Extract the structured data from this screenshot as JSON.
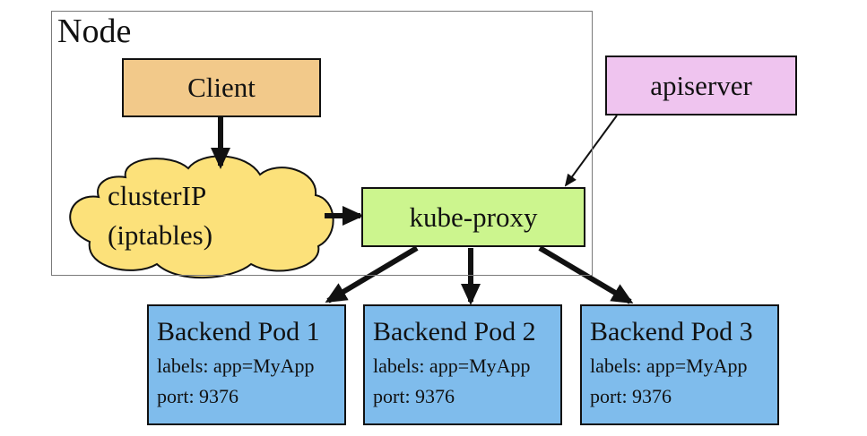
{
  "node": {
    "title": "Node"
  },
  "client": {
    "label": "Client"
  },
  "cluster_ip": {
    "line1": "clusterIP",
    "line2": "(iptables)"
  },
  "kube_proxy": {
    "label": "kube-proxy"
  },
  "apiserver": {
    "label": "apiserver"
  },
  "pods": [
    {
      "name": "Backend Pod 1",
      "labels": "labels: app=MyApp",
      "port": "port: 9376"
    },
    {
      "name": "Backend Pod 2",
      "labels": "labels: app=MyApp",
      "port": "port: 9376"
    },
    {
      "name": "Backend Pod 3",
      "labels": "labels: app=MyApp",
      "port": "port: 9376"
    }
  ],
  "colors": {
    "client": "#f2c98a",
    "cluster_ip": "#fce17a",
    "kube_proxy": "#ccf58e",
    "apiserver": "#efc4ef",
    "pod": "#7fbcec"
  }
}
